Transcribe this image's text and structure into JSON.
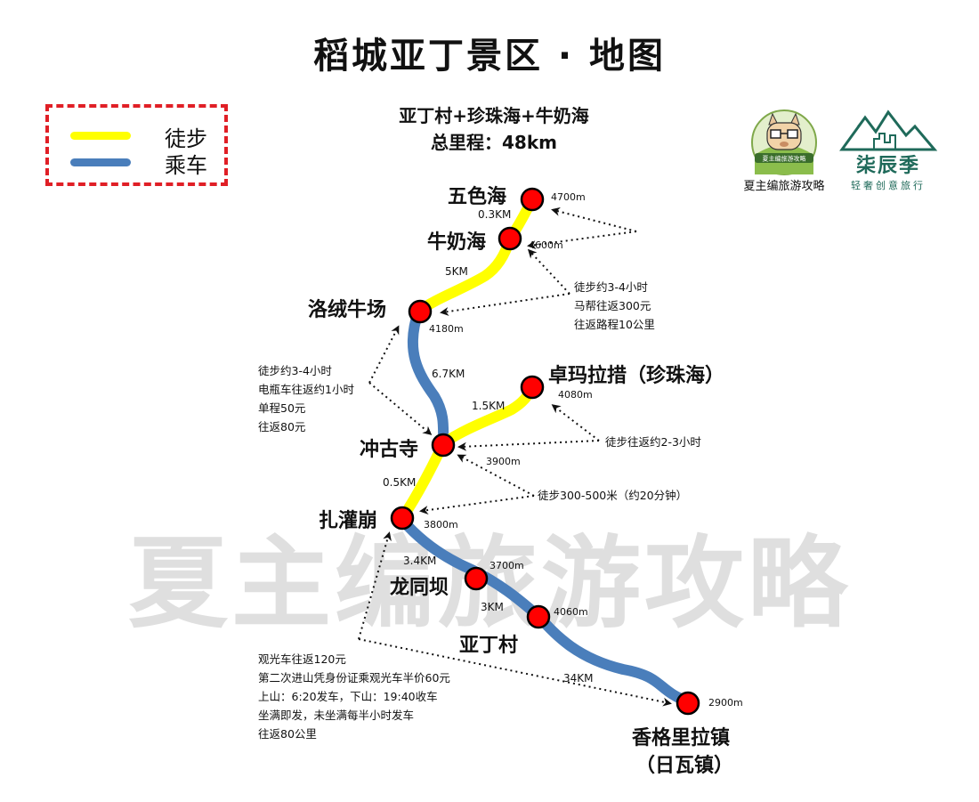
{
  "title": "稻城亚丁景区 · 地图",
  "legend": {
    "walk_label": "徒步",
    "ride_label": "乘车",
    "walk_color": "#ffff00",
    "ride_color": "#4a7ebb",
    "border_color": "#e01f26"
  },
  "subtitle": {
    "route": "亚丁村+珍珠海+牛奶海",
    "total": "总里程：48km"
  },
  "logos": {
    "logo1_label": "夏主编旅游攻略",
    "logo1_badge": "夏主编旅游攻略",
    "logo2_title": "柒辰季",
    "logo2_sub": "轻奢创意旅行"
  },
  "watermark": "夏主编旅游攻略",
  "marker_color": "#ff0000",
  "places": {
    "wuse": {
      "name": "五色海",
      "altitude": "4700m"
    },
    "niunai": {
      "name": "牛奶海",
      "altitude": "4600m"
    },
    "luorong": {
      "name": "洛绒牛场",
      "altitude": "4180m"
    },
    "zhuoma": {
      "name": "卓玛拉措（珍珠海）",
      "altitude": "4080m"
    },
    "chonggu": {
      "name": "冲古寺",
      "altitude": "3900m"
    },
    "zhaguan": {
      "name": "扎灌崩",
      "altitude": "3800m"
    },
    "longtong": {
      "name": "龙同坝",
      "altitude": "3700m"
    },
    "yading": {
      "name": "亚丁村",
      "altitude": "4060m"
    },
    "xianggelila": {
      "name": "香格里拉镇",
      "name2": "（日瓦镇）",
      "altitude": "2900m"
    }
  },
  "distances": {
    "wuse_niunai": "0.3KM",
    "niunai_luorong": "5KM",
    "luorong_chonggu": "6.7KM",
    "chonggu_zhuoma": "1.5KM",
    "chonggu_zhaguan": "0.5KM",
    "zhaguan_longtong": "3.4KM",
    "longtong_yading": "3KM",
    "yading_xianggelila": "34KM"
  },
  "notes": {
    "niunai": [
      "徒步约3-4小时",
      "马帮往返300元",
      "往返路程10公里"
    ],
    "luorong": [
      "徒步约3-4小时",
      "电瓶车往返约1小时",
      "单程50元",
      "往返80元"
    ],
    "zhuoma": [
      "徒步往返约2-3小时"
    ],
    "zhaguan": [
      "徒步300-500米（约20分钟）"
    ],
    "bus": [
      "观光车往返120元",
      "第二次进山凭身份证乘观光车半价60元",
      "上山：6:20发车，下山：19:40收车",
      "坐满即发，未坐满每半小时发车",
      "往返80公里"
    ]
  }
}
